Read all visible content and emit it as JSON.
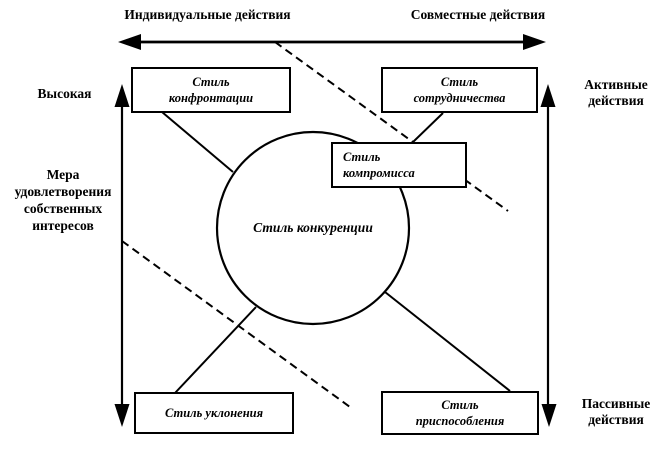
{
  "page": {
    "background_color": "#ffffff",
    "line_color": "#000000"
  },
  "axes": {
    "top": {
      "left": "Индивидуальные действия",
      "right": "Совместные действия"
    },
    "left": {
      "top_label": "Высокая",
      "side_label": "Мера\nудовлетворения\nсобственных\nинтересов"
    },
    "right": {
      "top_label": "Активные\nдействия",
      "bottom_label": "Пассивные\nдействия"
    }
  },
  "nodes": {
    "confrontation": "Стиль\nконфронтации",
    "cooperation": "Стиль\nсотрудничества",
    "compromise": "Стиль\nкомпромисса",
    "competition": "Стиль конкуренции",
    "avoidance": "Стиль уклонения",
    "accommodation": "Стиль\nприспособления"
  }
}
